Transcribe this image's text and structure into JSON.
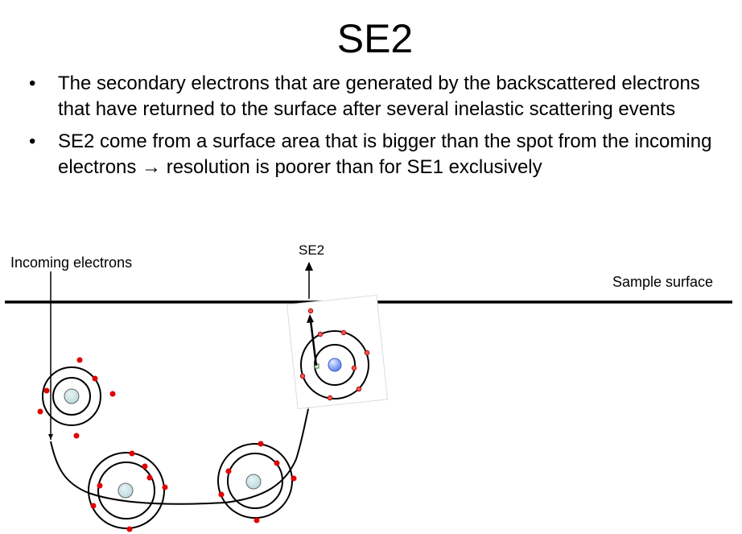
{
  "slide": {
    "title": "SE2",
    "bullet_symbol": "•",
    "bullets": [
      "The secondary electrons that are generated by the backscattered electrons that have returned to the surface after several inelastic scattering events",
      "SE2 come from a surface area that is bigger than the spot from the incoming electrons → resolution is poorer than for SE1 exclusively"
    ]
  },
  "diagram": {
    "labels": {
      "incoming": "Incoming electrons",
      "se2": "SE2",
      "surface": "Sample surface"
    },
    "colors": {
      "electron": "#e00000",
      "nucleus": "#cfe8ea",
      "nucleus_highlight": "#6f8ff0",
      "line": "#000000"
    }
  }
}
